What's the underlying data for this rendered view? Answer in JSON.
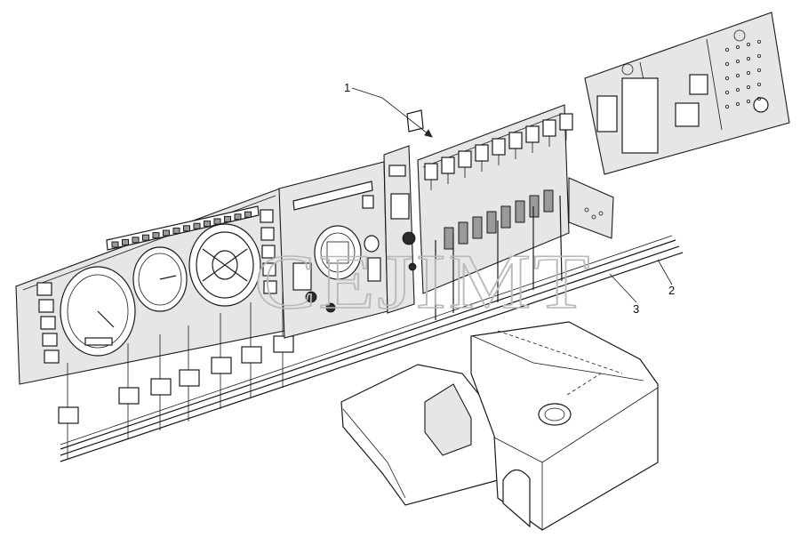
{
  "callouts": [
    {
      "id": "callout-1",
      "label": "1"
    },
    {
      "id": "callout-2",
      "label": "2"
    },
    {
      "id": "callout-3",
      "label": "3"
    }
  ],
  "watermark": "CEJIMT",
  "colors": {
    "line": "#1a1a1a",
    "panel": "#e6e6e6",
    "watermark": "#b8b8b8",
    "background": "#ffffff"
  }
}
